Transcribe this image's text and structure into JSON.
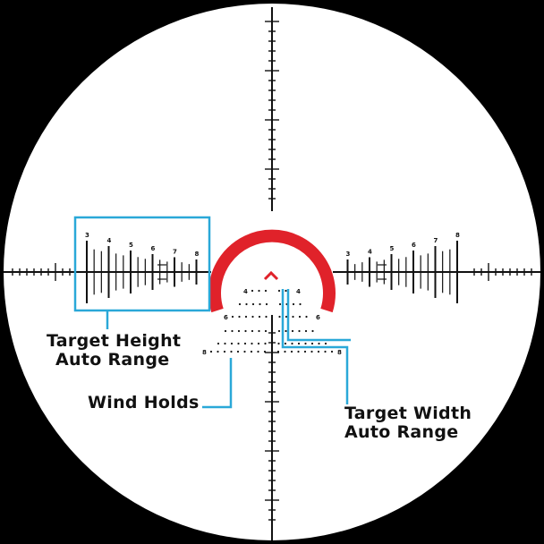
{
  "colors": {
    "background": "#000000",
    "lens": "#ffffff",
    "reticle": "#111111",
    "horseshoe": "#e0222a",
    "callout": "#2aa8d8"
  },
  "callouts": {
    "target_height": [
      "Target Height",
      "Auto Range"
    ],
    "wind_holds": "Wind Holds",
    "target_width": [
      "Target Width",
      "Auto Range"
    ]
  },
  "height_scale": {
    "labels": [
      "3",
      "4",
      "5",
      "6",
      "7",
      "8"
    ]
  },
  "width_scale": {
    "labels": [
      "8",
      "7",
      "6",
      "5",
      "4",
      "3"
    ]
  },
  "wind_rows": [
    {
      "left": "4",
      "right": "4"
    },
    {
      "left": "6",
      "right": "6"
    },
    {
      "left": "8",
      "right": "8"
    }
  ]
}
